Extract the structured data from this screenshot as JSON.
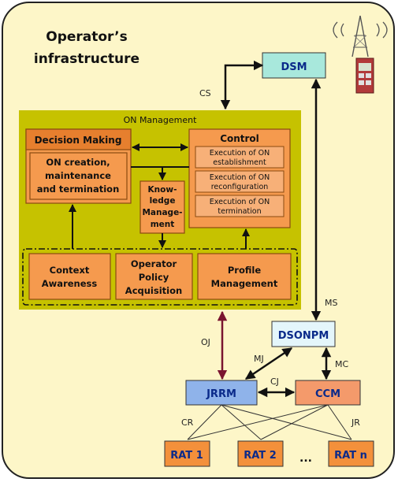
{
  "diagram": {
    "title_line1": "Operator’s",
    "title_line2": "infrastructure",
    "on_management": {
      "title": "ON Management",
      "decision_making": {
        "title": "Decision Making",
        "inner_line1": "ON creation,",
        "inner_line2": "maintenance",
        "inner_line3": "and termination"
      },
      "control": {
        "title": "Control",
        "items": [
          {
            "line1": "Execution of ON",
            "line2": "establishment"
          },
          {
            "line1": "Execution of ON",
            "line2": "reconfiguration"
          },
          {
            "line1": "Execution of ON",
            "line2": "termination"
          }
        ]
      },
      "knowledge": {
        "line1": "Know-",
        "line2": "ledge",
        "line3": "Manage-",
        "line4": "ment"
      },
      "context": {
        "line1": "Context",
        "line2": "Awareness"
      },
      "operator_policy": {
        "line1": "Operator",
        "line2": "Policy",
        "line3": "Acquisition"
      },
      "profile": {
        "line1": "Profile",
        "line2": "Management"
      }
    },
    "nodes": {
      "dsm": "DSM",
      "dsonpm": "DSONPM",
      "jrrm": "JRRM",
      "ccm": "CCM",
      "rat1": "RAT 1",
      "rat2": "RAT 2",
      "ratn": "RAT n",
      "ellipsis": "..."
    },
    "interfaces": {
      "cs": "CS",
      "ms": "MS",
      "oj": "OJ",
      "mj": "MJ",
      "mc": "MC",
      "cj": "CJ",
      "cr": "CR",
      "jr": "JR"
    },
    "colors": {
      "background": "#fdf6c8",
      "on_management": "#c6c200",
      "orange_box": "#f59a4e",
      "orange_header": "#e67f2e",
      "dsm": "#a8e8dc",
      "dsonpm": "#e4f6fb",
      "jrrm": "#8fb3ea",
      "ccm": "#f49a6b",
      "rat": "#f3903b",
      "oj_arrow": "#7a1530"
    },
    "icons": [
      "antenna-tower-icon"
    ]
  }
}
